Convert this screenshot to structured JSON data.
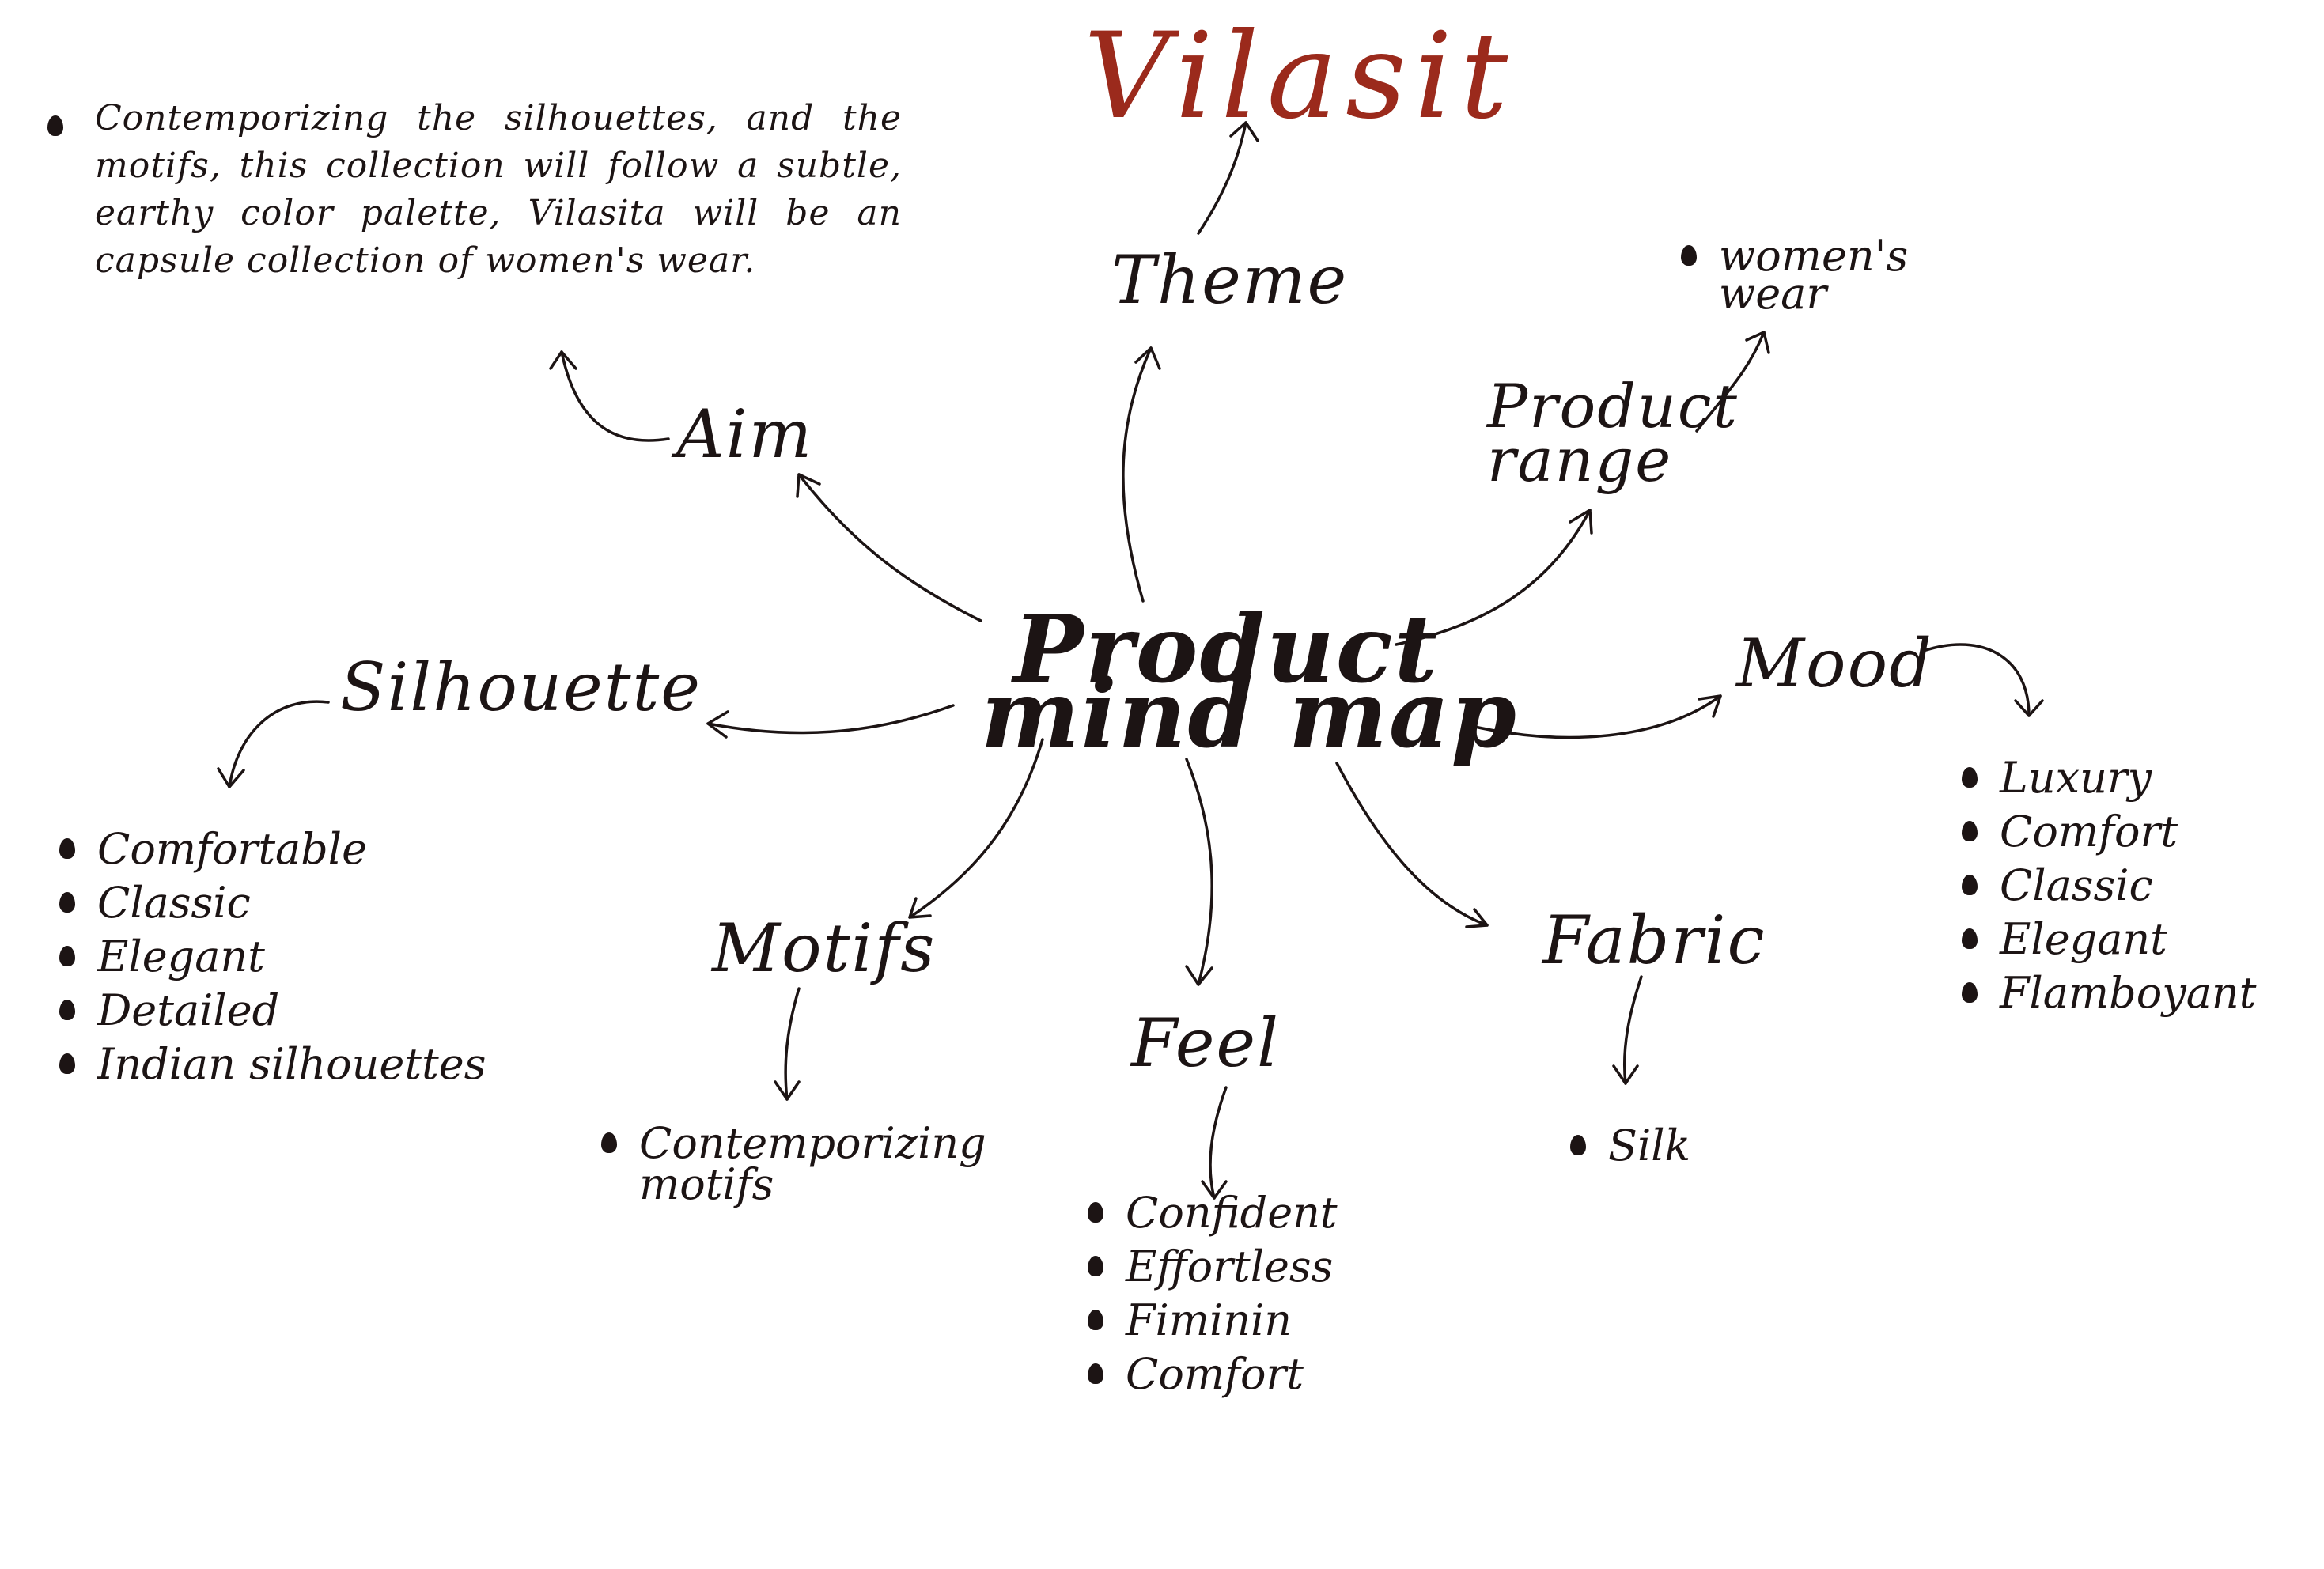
{
  "title": "Vilasit",
  "center": [
    "Product",
    "mind map"
  ],
  "nodes": {
    "aim": "Aim",
    "theme": "Theme",
    "product_range": [
      "Product",
      "range"
    ],
    "silhouette": "Silhouette",
    "mood": "Mood",
    "motifs": "Motifs",
    "feel": "Feel",
    "fabric": "Fabric"
  },
  "aim_text": "Contemporizing the silhouettes, and the motifs, this collection will follow a subtle, earthy color palette, Vilasita will be an capsule collection of women's wear.",
  "product_range_items": [
    "women's",
    "wear"
  ],
  "silhouette_items": [
    "Comfortable",
    "Classic",
    "Elegant",
    "Detailed",
    "Indian silhouettes"
  ],
  "mood_items": [
    "Luxury",
    "Comfort",
    "Classic",
    "Elegant",
    "Flamboyant"
  ],
  "motifs_items": [
    "Contemporizing",
    "motifs"
  ],
  "feel_items": [
    "Confident",
    "Effortless",
    "Fiminin",
    "Comfort"
  ],
  "fabric_items": [
    "Silk"
  ],
  "colors": {
    "title": "#9b2a1c",
    "ink": "#1c1414",
    "background": "#ffffff"
  }
}
